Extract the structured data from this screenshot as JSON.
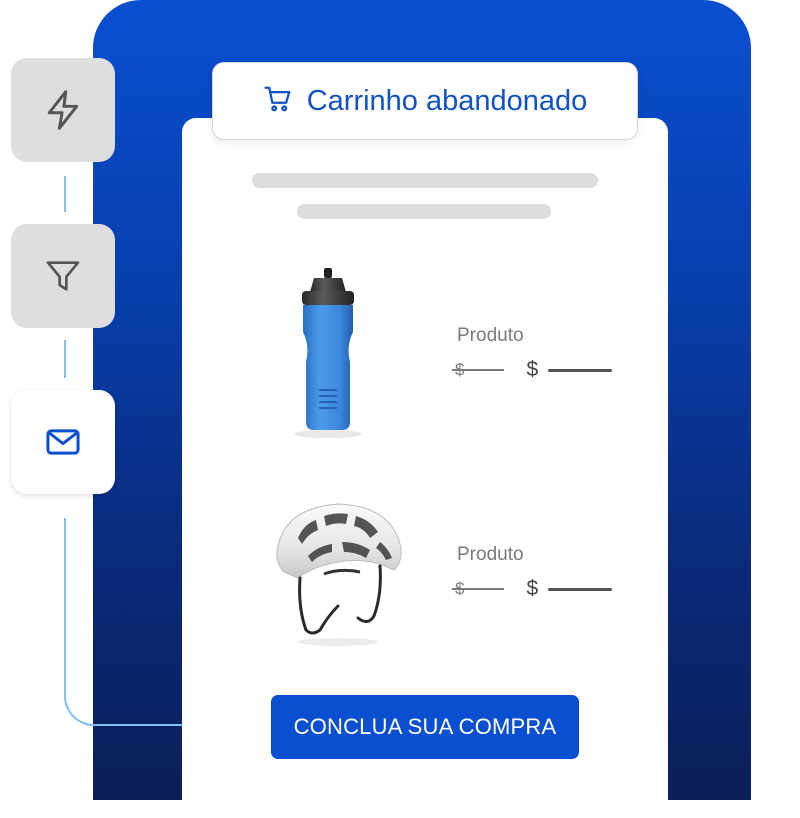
{
  "workflow": {
    "steps": [
      {
        "icon": "lightning-icon"
      },
      {
        "icon": "funnel-icon"
      },
      {
        "icon": "envelope-icon"
      }
    ]
  },
  "email": {
    "title": "Carrinho abandonado",
    "title_icon": "shopping-cart-icon",
    "products": [
      {
        "image": "water-bottle",
        "label": "Produto",
        "old_currency": "$",
        "new_currency": "$"
      },
      {
        "image": "bike-helmet",
        "label": "Produto",
        "old_currency": "$",
        "new_currency": "$"
      }
    ],
    "cta_label": "CONCLUA SUA COMPRA"
  },
  "colors": {
    "brand_blue": "#0a4fcf",
    "title_blue": "#1152c6",
    "connector": "#7fc0ee",
    "bottle_blue": "#3d8de0"
  }
}
